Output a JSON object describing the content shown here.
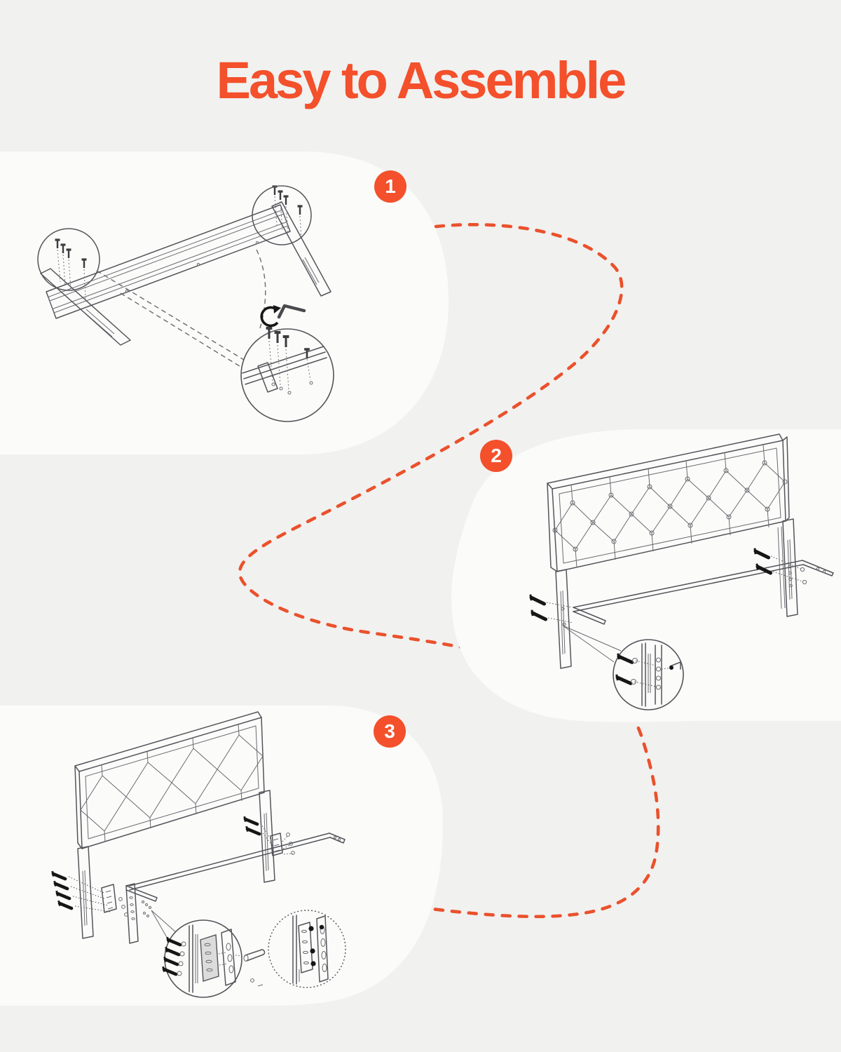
{
  "title": {
    "text": "Easy to Assemble"
  },
  "steps": [
    {
      "number": "1"
    },
    {
      "number": "2"
    },
    {
      "number": "3"
    }
  ],
  "colors": {
    "accent_orange": "#F3502B",
    "dashed_path_orange": "#EA512C",
    "background_gray": "#F1F1EF",
    "panel_white": "#FBFBFA",
    "line_art_gray": "#54555A",
    "bolt_black": "#161616"
  }
}
